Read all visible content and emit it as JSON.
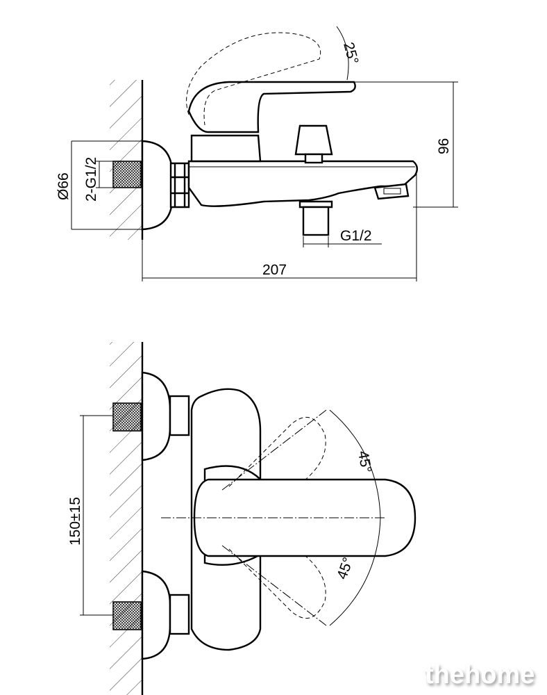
{
  "drawing": {
    "side_view": {
      "lever_angle": "25°",
      "height": "96",
      "escutcheon_diameter": "Ø66",
      "inlet_thread": "2-G1/2",
      "outlet_thread": "G1/2",
      "length": "207"
    },
    "front_view": {
      "center_distance": "150±15",
      "lever_angle_top": "45°",
      "lever_angle_bottom": "45°"
    }
  },
  "watermark": "thehome"
}
